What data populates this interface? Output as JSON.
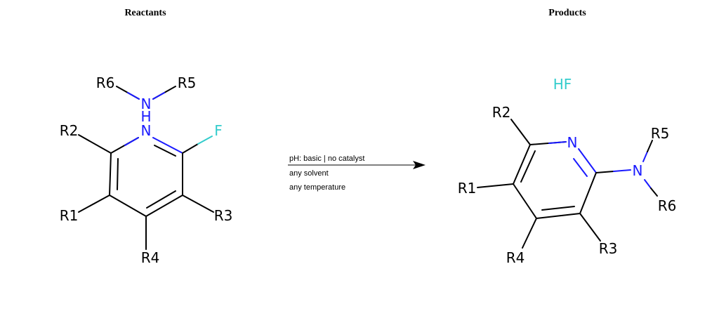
{
  "headers": {
    "reactants": "Reactants",
    "products": "Products"
  },
  "colors": {
    "carbon_bond": "#000000",
    "nitrogen": "#1a1aff",
    "fluorine": "#33cccc",
    "text": "#000000"
  },
  "reactants": {
    "labels": {
      "r6": "R6",
      "r5": "R5",
      "amine_n": "N",
      "amine_h": "H",
      "ring_n": "N",
      "f": "F",
      "r2": "R2",
      "r1": "R1",
      "r3": "R3",
      "r4": "R4"
    }
  },
  "conditions": {
    "line1": "pH: basic | no catalyst",
    "line2": "any solvent",
    "line3": "any temperature"
  },
  "products": {
    "labels": {
      "hf": "HF",
      "r2": "R2",
      "ring_n": "N",
      "r5": "R5",
      "amine_n": "N",
      "r6": "R6",
      "r1": "R1",
      "r4": "R4",
      "r3": "R3"
    }
  }
}
